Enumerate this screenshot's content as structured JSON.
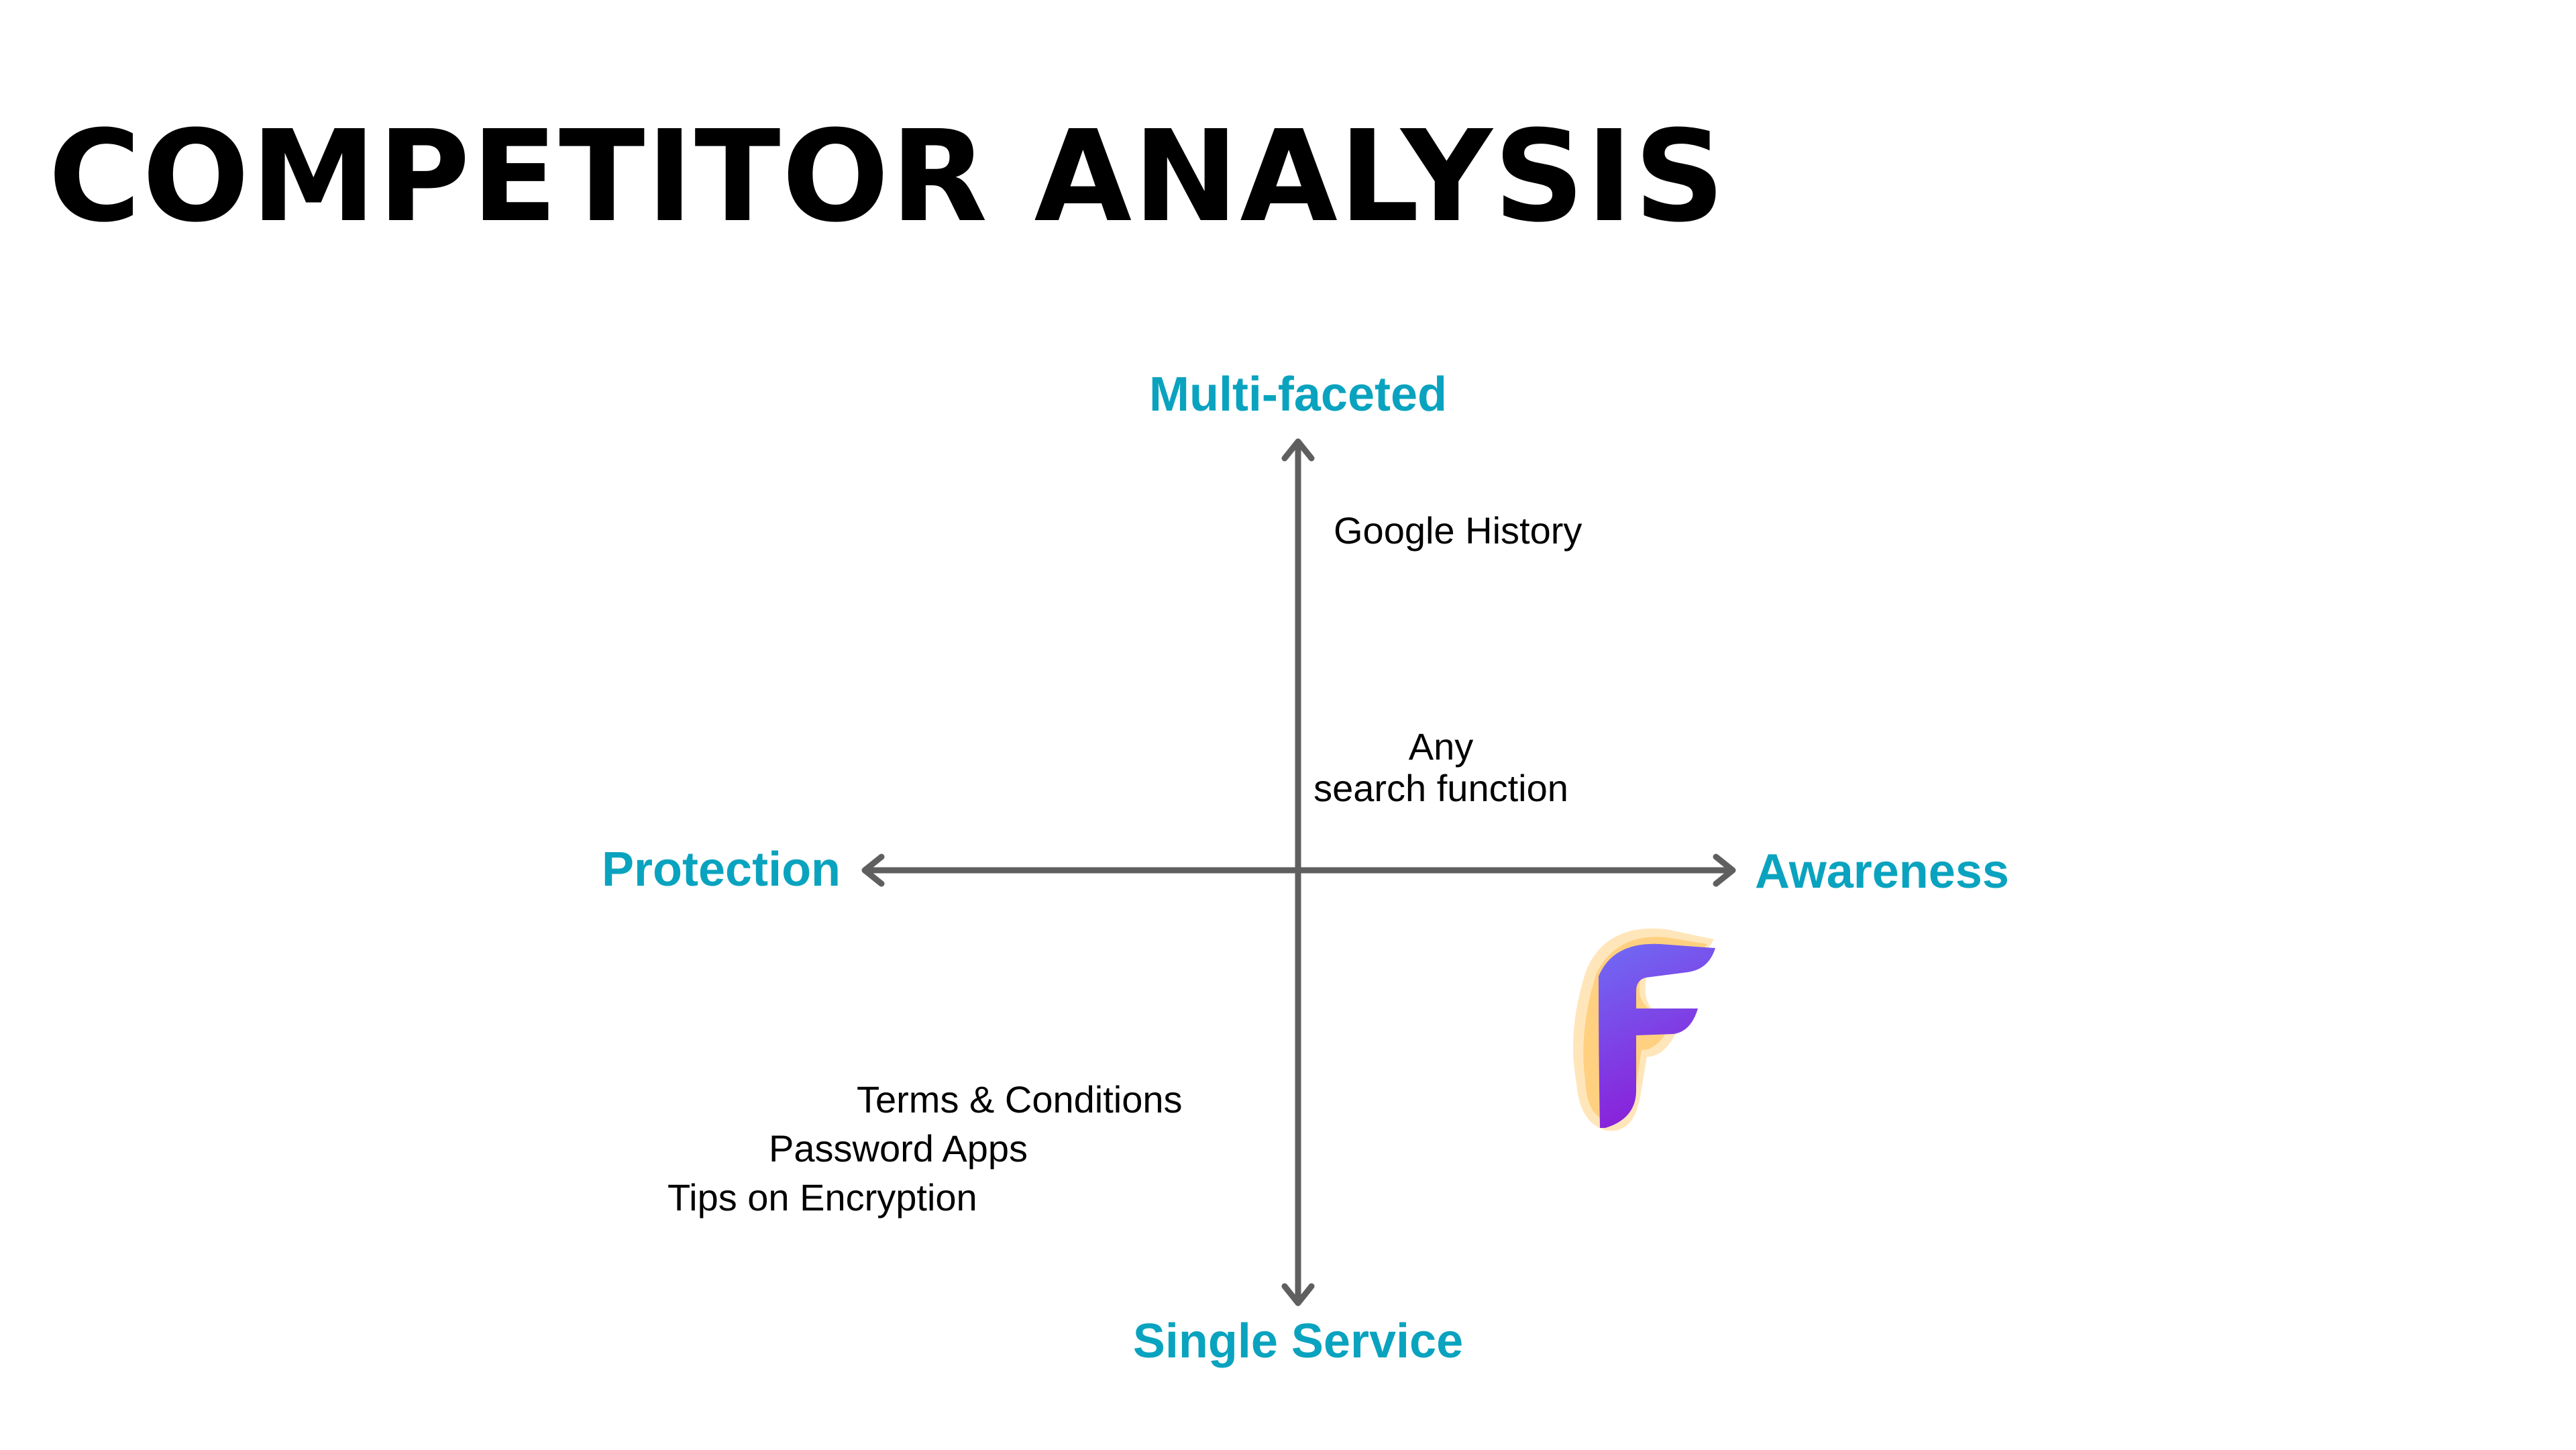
{
  "slide": {
    "title": "COMPETITOR ANALYSIS"
  },
  "axes": {
    "top": "Multi-faceted",
    "bottom": "Single Service",
    "left": "Protection",
    "right": "Awareness",
    "label_color": "#0aa3bf",
    "line_color": "#5f5f5f"
  },
  "competitors": {
    "google_history": "Google History",
    "search_function_line1": "Any",
    "search_function_line2": "search function",
    "terms_conditions": "Terms & Conditions",
    "password_apps": "Password Apps",
    "tips_encryption": "Tips on Encryption"
  },
  "brand": {
    "icon": "f-logo-icon",
    "gradient_top": "#6f6cf5",
    "gradient_bottom": "#8a1ed8",
    "glow_color": "#ffb63a"
  }
}
